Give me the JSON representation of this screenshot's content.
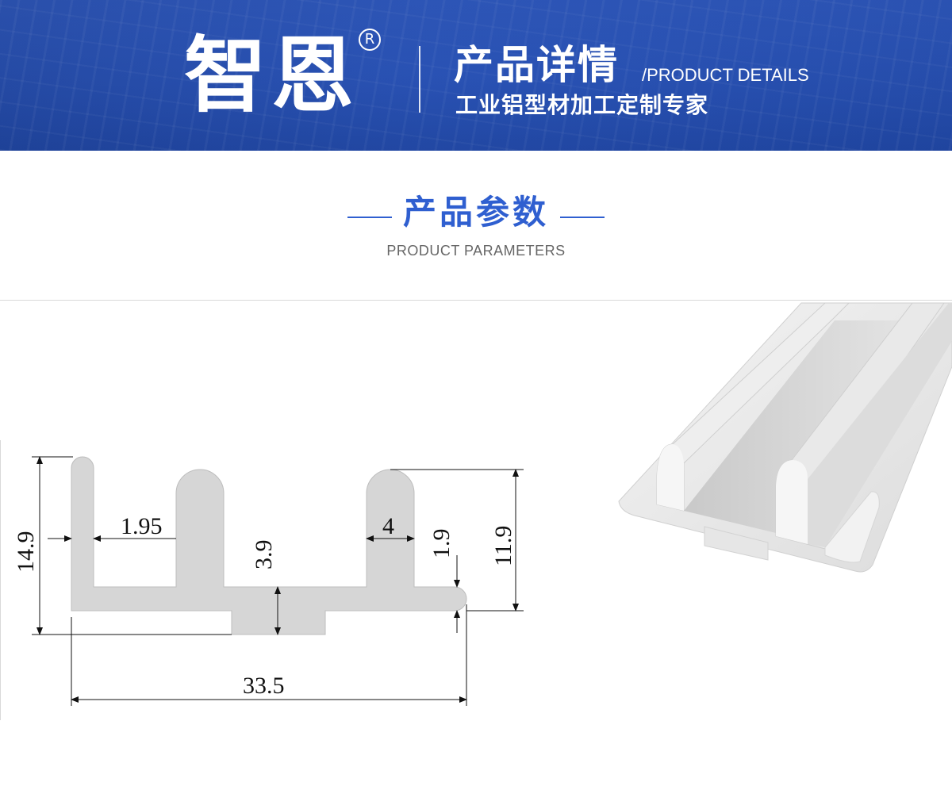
{
  "banner": {
    "brand": "智恩",
    "registered_mark": "R",
    "title": "产品详情",
    "title_en": "/PRODUCT DETAILS",
    "subtitle": "工业铝型材加工定制专家"
  },
  "section": {
    "title": "产品参数",
    "title_en": "PRODUCT PARAMETERS"
  },
  "drawing": {
    "dimensions": {
      "overall_height": "14.9",
      "overall_width": "33.5",
      "wall_thickness": "1.95",
      "base_thickness": "3.9",
      "rib_width": "4",
      "flange_thickness": "1.9",
      "rib_height": "11.9"
    }
  },
  "colors": {
    "banner_blue": "#2b58c2",
    "accent_blue": "#2f5fd0",
    "profile_gray": "#d6d6d6"
  }
}
